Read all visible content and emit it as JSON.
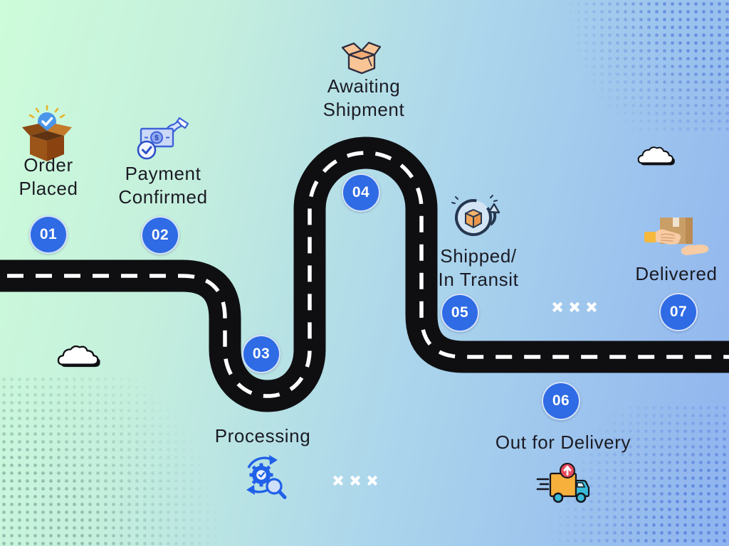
{
  "stages": [
    {
      "num": "01",
      "line1": "Order",
      "line2": "Placed",
      "icon": "order-placed-box-icon"
    },
    {
      "num": "02",
      "line1": "Payment",
      "line2": "Confirmed",
      "icon": "payment-confirmed-icon"
    },
    {
      "num": "03",
      "line1": "Processing",
      "icon": "processing-gear-search-icon"
    },
    {
      "num": "04",
      "line1": "Awaiting",
      "line2": "Shipment",
      "icon": "awaiting-shipment-box-icon"
    },
    {
      "num": "05",
      "line1": "Shipped/",
      "line2": "In Transit",
      "icon": "shipped-in-transit-icon"
    },
    {
      "num": "06",
      "line1": "Out for Delivery",
      "icon": "delivery-truck-icon"
    },
    {
      "num": "07",
      "line1": "Delivered",
      "icon": "delivered-hands-box-icon"
    }
  ],
  "decorations": {
    "x_marks": "×××",
    "clouds": 2
  },
  "icons": {
    "payment_dollar_glyph": "$"
  },
  "colors": {
    "background_start": "#cdfcda",
    "background_end": "#8fb3ef",
    "road": "#0f0f12",
    "road_dash": "#ffffff",
    "badge_blue": "#2e6be4",
    "text": "#1b1b24"
  }
}
